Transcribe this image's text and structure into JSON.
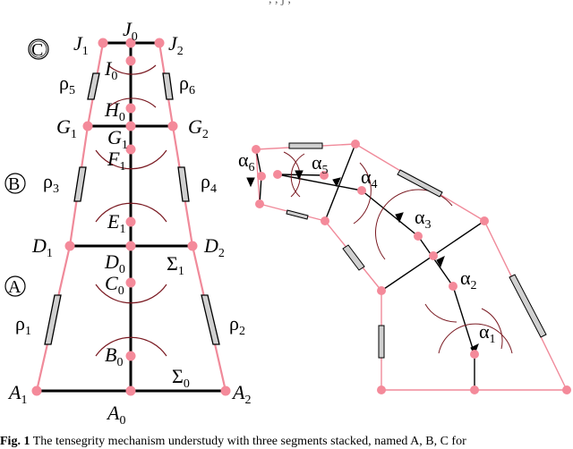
{
  "header_fragment": ", , j  ,   ",
  "caption": {
    "label": "Fig. 1",
    "text": "The tensegrity mechanism understudy with three segments stacked, named A, B, C for"
  },
  "left_diagram": {
    "segments": [
      "C",
      "B",
      "A"
    ],
    "nodes": {
      "J1": {
        "base": "J",
        "sub": "1"
      },
      "J0": {
        "base": "J",
        "sub": "0"
      },
      "J2": {
        "base": "J",
        "sub": "2"
      },
      "I0": {
        "base": "I",
        "sub": "0"
      },
      "H0": {
        "base": "H",
        "sub": "0"
      },
      "G1": {
        "base": "G",
        "sub": "1"
      },
      "G2": {
        "base": "G",
        "sub": "2"
      },
      "G1c": {
        "base": "G",
        "sub": "1"
      },
      "F1": {
        "base": "F",
        "sub": "1"
      },
      "E1": {
        "base": "E",
        "sub": "1"
      },
      "D1": {
        "base": "D",
        "sub": "1"
      },
      "D2": {
        "base": "D",
        "sub": "2"
      },
      "D0": {
        "base": "D",
        "sub": "0"
      },
      "C0": {
        "base": "C",
        "sub": "0"
      },
      "B0": {
        "base": "B",
        "sub": "0"
      },
      "A1": {
        "base": "A",
        "sub": "1"
      },
      "A0": {
        "base": "A",
        "sub": "0"
      },
      "A2": {
        "base": "A",
        "sub": "2"
      }
    },
    "springs": {
      "rho1": {
        "base": "ρ",
        "sub": "1"
      },
      "rho2": {
        "base": "ρ",
        "sub": "2"
      },
      "rho3": {
        "base": "ρ",
        "sub": "3"
      },
      "rho4": {
        "base": "ρ",
        "sub": "4"
      },
      "rho5": {
        "base": "ρ",
        "sub": "5"
      },
      "rho6": {
        "base": "ρ",
        "sub": "6"
      }
    },
    "frames": {
      "sigma0": {
        "base": "Σ",
        "sub": "0"
      },
      "sigma1": {
        "base": "Σ",
        "sub": "1"
      }
    }
  },
  "right_diagram": {
    "angles": [
      {
        "base": "α",
        "sub": "1"
      },
      {
        "base": "α",
        "sub": "2"
      },
      {
        "base": "α",
        "sub": "3"
      },
      {
        "base": "α",
        "sub": "4"
      },
      {
        "base": "α",
        "sub": "5"
      },
      {
        "base": "α",
        "sub": "6"
      }
    ]
  },
  "colors": {
    "cable": "#f08a9a",
    "node": "#f48a9a",
    "bar": "#000000",
    "arc": "#7a1a22",
    "spring_fill": "#d0d0d0"
  }
}
